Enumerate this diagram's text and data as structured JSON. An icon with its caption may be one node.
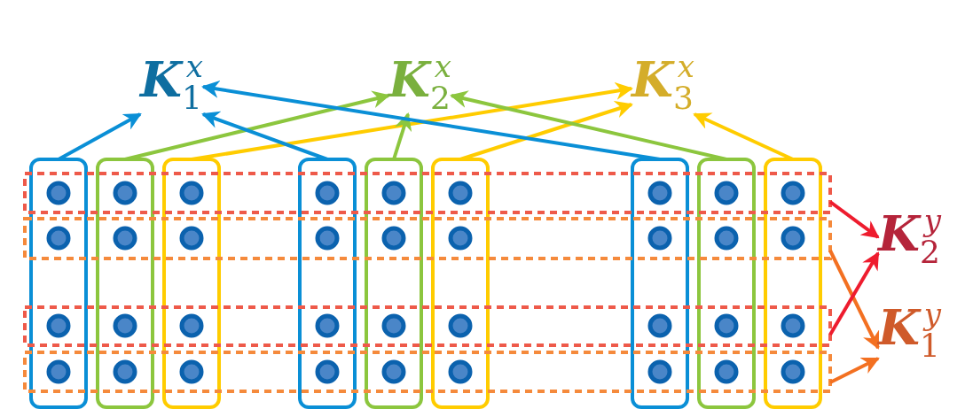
{
  "diagram": {
    "nodes": [
      {
        "text": [
          "**K**$_{1}$$^{x}$"
        ]
      },
      {
        "text": [
          "**K**$_{2}$$^{x}$"
        ]
      },
      {
        "text": [
          "**K**$_{3}$$^{x}$"
        ]
      },
      {
        "text": [],
        "shape": "box"
      },
      {
        "text": [],
        "shape": "box"
      },
      {
        "text": [],
        "shape": "box"
      },
      {
        "text": [],
        "shape": "box"
      },
      {
        "text": [],
        "shape": "box"
      },
      {
        "text": [],
        "shape": "box"
      },
      {
        "text": [],
        "shape": "box"
      },
      {
        "text": [],
        "shape": "box"
      },
      {
        "text": [],
        "shape": "box"
      },
      {
        "text": [],
        "shape": "box"
      },
      {
        "text": [],
        "shape": "box"
      },
      {
        "text": [],
        "shape": "box"
      },
      {
        "text": [],
        "shape": "box"
      },
      {
        "text": [
          "**K**$_{2}$$^{y}$"
        ]
      },
      {
        "text": [
          "**K**$_{1}$$^{y}$"
        ]
      }
    ],
    "edges": [
      {
        "from": 3,
        "to": 0,
        "arrow": "to",
        "color": "#0a8fd6"
      },
      {
        "from": 4,
        "to": 1,
        "arrow": "to",
        "color": "#8cc63e"
      },
      {
        "from": 5,
        "to": 2,
        "arrow": "to",
        "color": "#ffcc00"
      },
      {
        "from": 6,
        "to": 0,
        "arrow": "to",
        "color": "#0a8fd6"
      },
      {
        "from": 7,
        "to": 1,
        "arrow": "to",
        "color": "#8cc63e"
      },
      {
        "from": 8,
        "to": 2,
        "arrow": "to",
        "color": "#ffcc00"
      },
      {
        "from": 9,
        "to": 0,
        "arrow": "to",
        "color": "#0a8fd6"
      },
      {
        "from": 10,
        "to": 1,
        "arrow": "to",
        "color": "#8cc63e"
      },
      {
        "from": 11,
        "to": 2,
        "arrow": "to",
        "color": "#ffcc00"
      },
      {
        "from": 12,
        "to": 16,
        "arrow": "to",
        "color": "#ee1c2e"
      },
      {
        "from": 13,
        "to": 17,
        "arrow": "to",
        "color": "#f37021"
      },
      {
        "from": 14,
        "to": 16,
        "arrow": "to",
        "color": "#ee1c2e"
      },
      {
        "from": 15,
        "to": 17,
        "arrow": "to",
        "color": "#f37021"
      }
    ]
  }
}
